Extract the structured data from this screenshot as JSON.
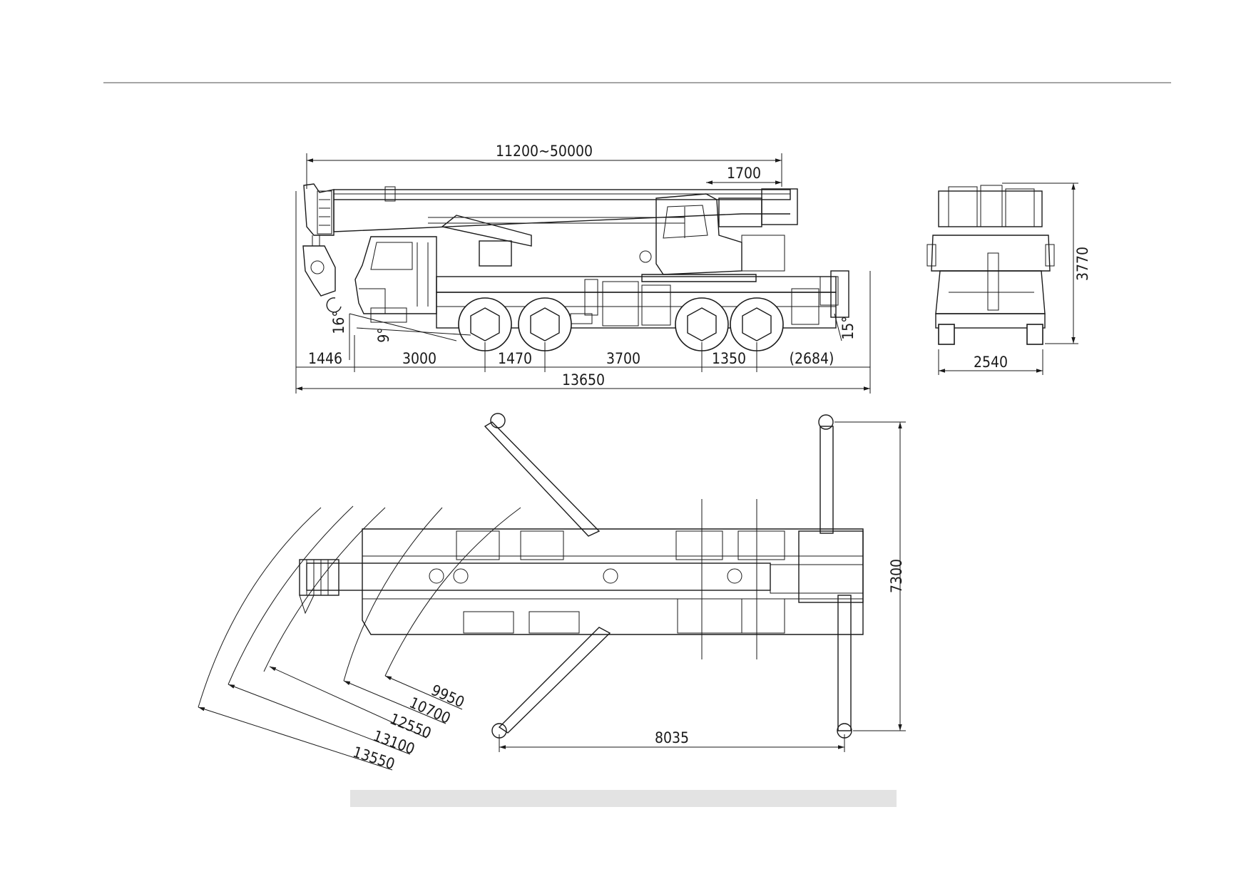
{
  "dimensions": {
    "boom_length": "11200~50000",
    "front_overhang_boom": "1700",
    "front_overhang": "1446",
    "axle_1_2": "3000",
    "axle_2_3": "1470",
    "axle_3_4": "3700",
    "axle_4_5": "1350",
    "rear_overhang": "(2684)",
    "overall_length": "13650",
    "approach_angle": "16°",
    "angle_9": "9°",
    "departure_angle": "15°",
    "width": "2540",
    "height": "3770",
    "outrigger_span_transverse": "7300",
    "outrigger_span_longitudinal": "8035",
    "radius_1": "9950",
    "radius_2": "10700",
    "radius_3": "12550",
    "radius_4": "13100",
    "radius_5": "13550"
  },
  "colors": {
    "line": "#1a1a1a",
    "caption_bar": "#e3e3e3",
    "header_rule": "#888888"
  }
}
